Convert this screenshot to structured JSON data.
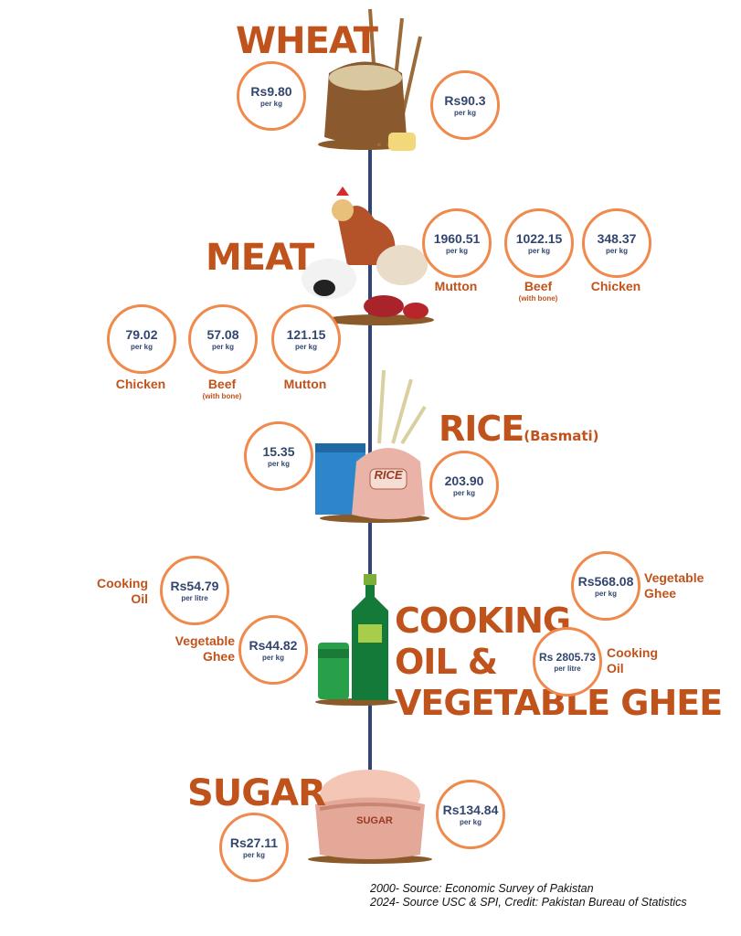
{
  "wheat": {
    "title": "WHEAT",
    "price_2000": {
      "value": "Rs9.80",
      "unit": "per kg"
    },
    "price_2024": {
      "value": "Rs90.3",
      "unit": "per kg"
    }
  },
  "meat": {
    "title": "MEAT",
    "prices_2024": [
      {
        "value": "1960.51",
        "unit": "per kg",
        "label": "Mutton"
      },
      {
        "value": "1022.15",
        "unit": "per kg",
        "label": "Beef",
        "note": "(with bone)"
      },
      {
        "value": "348.37",
        "unit": "per kg",
        "label": "Chicken"
      }
    ],
    "prices_2000": [
      {
        "value": "79.02",
        "unit": "per kg",
        "label": "Chicken"
      },
      {
        "value": "57.08",
        "unit": "per kg",
        "label": "Beef",
        "note": "(with bone)"
      },
      {
        "value": "121.15",
        "unit": "per kg",
        "label": "Mutton"
      }
    ]
  },
  "rice": {
    "title": "RICE",
    "subtitle": "(Basmati)",
    "bag_label": "RICE",
    "price_2000": {
      "value": "15.35",
      "unit": "per kg"
    },
    "price_2024": {
      "value": "203.90",
      "unit": "per kg"
    }
  },
  "oil": {
    "title_lines": [
      "COOKING",
      "OIL &",
      "VEGETABLE GHEE"
    ],
    "prices_2000": [
      {
        "value": "Rs54.79",
        "unit": "per litre",
        "label": "Cooking Oil"
      },
      {
        "value": "Rs44.82",
        "unit": "per kg",
        "label": "Vegetable Ghee"
      }
    ],
    "prices_2024": [
      {
        "value": "Rs568.08",
        "unit": "per kg",
        "label": "Vegetable Ghee"
      },
      {
        "value": "Rs 2805.73",
        "unit": "per litre",
        "label": "Cooking Oil"
      }
    ]
  },
  "sugar": {
    "title": "SUGAR",
    "bag_label": "SUGAR",
    "price_2000": {
      "value": "Rs27.11",
      "unit": "per kg"
    },
    "price_2024": {
      "value": "Rs134.84",
      "unit": "per kg"
    }
  },
  "sources": [
    "2000- Source: Economic Survey of Pakistan",
    "2024- Source USC & SPI, Credit: Pakistan Bureau of Statistics"
  ]
}
